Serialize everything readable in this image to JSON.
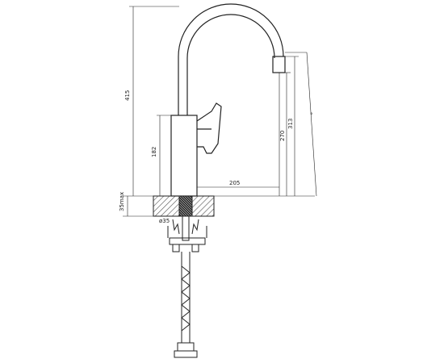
{
  "diagram": {
    "colors": {
      "line": "#222222",
      "hatch": "#555555",
      "background": "#ffffff"
    },
    "dimensions": {
      "total_height": "415",
      "body_height": "182",
      "spout_reach": "205",
      "outlet_height": "270",
      "outlet_top_height": "313",
      "swivel_angle": "°",
      "countertop_max": "35max",
      "mount_hole": "ø35"
    }
  }
}
